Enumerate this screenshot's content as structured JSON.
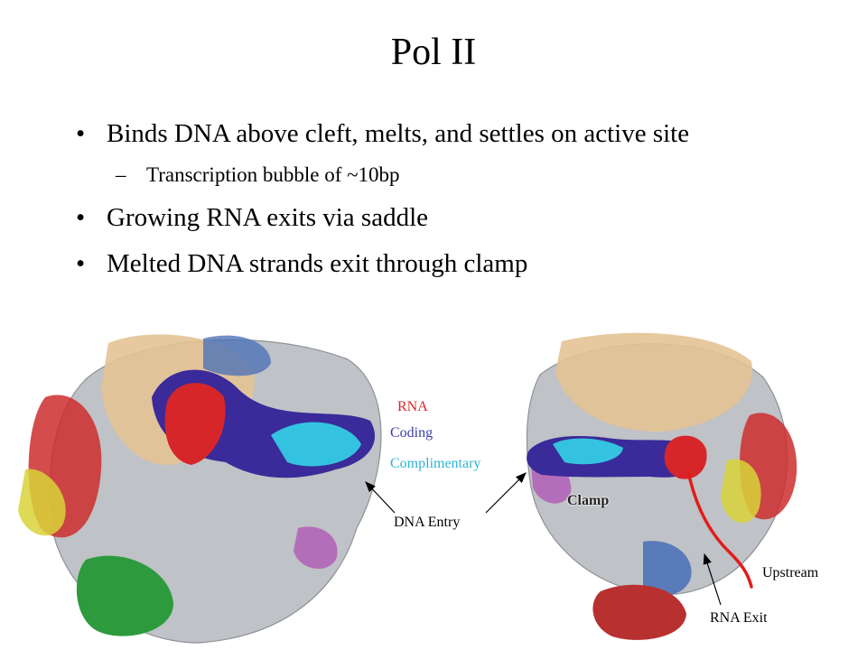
{
  "slide": {
    "title": "Pol II",
    "bullets": [
      "Binds DNA above cleft, melts, and settles on active site",
      "Growing RNA exits via saddle",
      "Melted DNA strands exit through clamp"
    ],
    "sub_bullets": [
      "Transcription bubble of ~10bp"
    ]
  },
  "figure": {
    "labels": {
      "rna": "RNA",
      "coding": "Coding",
      "complimentary": "Complimentary",
      "dna_entry": "DNA Entry",
      "clamp": "Clamp",
      "upstream": "Upstream",
      "rna_exit": "RNA Exit"
    },
    "colors": {
      "rna": "#d6262a",
      "coding_strand": "#3b2a99",
      "complimentary_strand": "#33c3e0",
      "protein_gray": "#b9bcc0",
      "protein_tan": "#e3c394",
      "helix_red": "#cc2d2d",
      "helix_yellow": "#d8d43a",
      "helix_green": "#2e9a3e",
      "helix_blue": "#4f73b8",
      "helix_purple": "#b05fb6"
    }
  }
}
